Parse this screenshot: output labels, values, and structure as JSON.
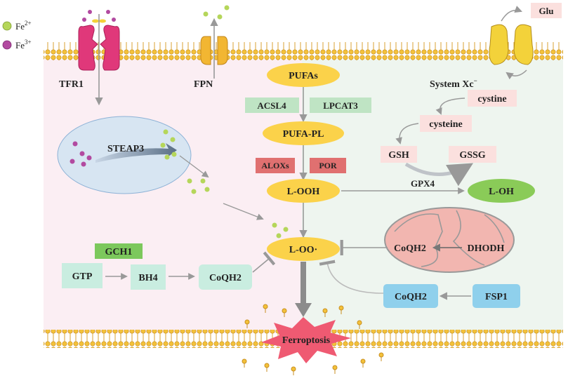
{
  "legend": {
    "fe2_label": "Fe",
    "fe2_sup": "2+",
    "fe3_label": "Fe",
    "fe3_sup": "3+",
    "fe2_color": "#b5d65a",
    "fe3_color": "#b24aa0"
  },
  "transporters": {
    "tfr1": "TFR1",
    "fpn": "FPN",
    "system_xc": "System Xc",
    "system_xc_sup": "−",
    "glu": "Glu"
  },
  "iron": {
    "steap3": "STEAP3"
  },
  "lipid": {
    "pufas": "PUFAs",
    "acsl4": "ACSL4",
    "lpcat3": "LPCAT3",
    "pufa_pl": "PUFA-PL",
    "aloxs": "ALOXs",
    "por": "POR",
    "l_ooh": "L-OOH",
    "l_oo": "L-OO·",
    "l_oh": "L-OH",
    "ferroptosis": "Ferroptosis"
  },
  "antioxidant": {
    "cystine": "cystine",
    "cysteine": "cysteine",
    "gsh": "GSH",
    "gssg": "GSSG",
    "gpx4": "GPX4",
    "coqh2_mito": "CoQH2",
    "dhodh": "DHODH",
    "coqh2_fsp1": "CoQH2",
    "fsp1": "FSP1"
  },
  "gch1_pathway": {
    "gch1": "GCH1",
    "gtp": "GTP",
    "bh4": "BH4",
    "coqh2": "CoQH2"
  },
  "colors": {
    "pink_bg": "#fbeef3",
    "green_bg": "#eef5ef",
    "yellow": "#fbd24a",
    "green_box": "#bfe4c4",
    "red_box": "#e07070",
    "pink_box": "#fbe0de",
    "blue_box": "#8fd0ec",
    "gch1_box": "#7cc85c",
    "teal_box": "#c9ede0",
    "star": "#ef5a72",
    "tfr1": "#e0387a",
    "fpn": "#f2b632"
  }
}
